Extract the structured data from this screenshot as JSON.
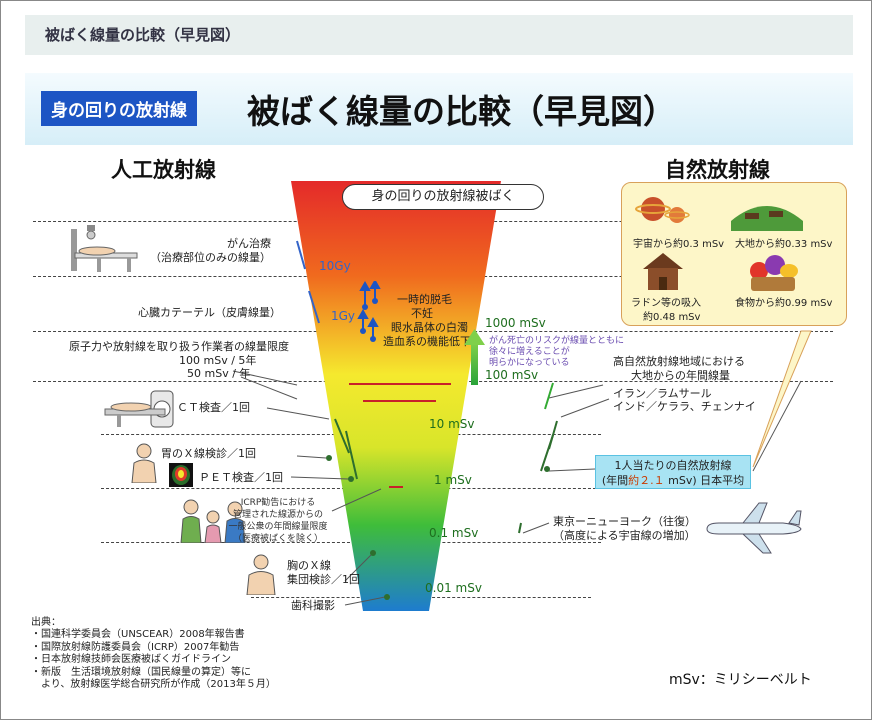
{
  "page": {
    "topbar_title": "被ばく線量の比較（早見図）",
    "badge": "身の回りの放射線",
    "title": "被ばく線量の比較（早見図）",
    "artificial_heading": "人工放射線",
    "natural_heading": "自然放射線",
    "funnel_label": "身の回りの放射線被ばく",
    "msv_note": "mSv：ミリシーベルト"
  },
  "scale": {
    "ticks": [
      "10Gy",
      "1Gy",
      "1000 mSv",
      "100 mSv",
      "10 mSv",
      "1 mSv",
      "0.1 mSv",
      "0.01 mSv"
    ]
  },
  "effects": {
    "items": [
      "一時的脱毛",
      "不妊",
      "眼水晶体の白濁",
      "造血系の機能低下"
    ],
    "cancer_note_1": "がん死亡のリスクが線量とともに",
    "cancer_note_2": "徐々に増えることが",
    "cancer_note_3": "明らかになっている"
  },
  "artificial": {
    "cancer_therapy": "がん治療",
    "cancer_therapy_sub": "（治療部位のみの線量）",
    "cardiac": "心臓カテーテル（皮膚線量）",
    "worker_limit": "原子力や放射線を取り扱う作業者の線量限度",
    "worker_5y": "100 mSv / 5年",
    "worker_1y": "50 mSv / 年",
    "ct": "ＣＴ検査／1回",
    "stomach": "胃のＸ線検診／1回",
    "pet": "ＰＥＴ検査／1回",
    "icrp_1": "ICRP勧告における",
    "icrp_2": "管理された線源からの",
    "icrp_3": "一般公衆の年間線量限度",
    "icrp_4": "（医療被ばくを除く）",
    "chest_1": "胸のＸ線",
    "chest_2": "集団検診／1回",
    "dental": "歯科撮影"
  },
  "natural": {
    "space": "宇宙から約0.3 mSv",
    "ground": "大地から約0.33 mSv",
    "radon_1": "ラドン等の吸入",
    "radon_2": "約0.48 mSv",
    "food": "食物から約0.99 mSv",
    "high_area_1": "高自然放射線地域における",
    "high_area_2": "大地からの年間線量",
    "high_area_3": "イラン／ラムサール",
    "high_area_4": "インド／ケララ、チェンナイ",
    "avg_1": "1人当たりの自然放射線",
    "avg_2_pre": "(年間",
    "avg_2_hl": "約２.１",
    "avg_2_post": " mSv) 日本平均",
    "flight_1": "東京ーニューヨーク（往復）",
    "flight_2": "（高度による宇宙線の増加）"
  },
  "sources": {
    "heading": "出典：",
    "lines": [
      "・国連科学委員会（UNSCEAR）2008年報告書",
      "・国際放射線防護委員会（ICRP）2007年勧告",
      "・日本放射線技師会医療被ばくガイドライン",
      "・新版　生活環境放射線（国民線量の算定）等に",
      "　より、放射線医学総合研究所が作成（2013年５月）"
    ]
  },
  "colors": {
    "badge": "#1d55c4",
    "funnel_top": "#e42a2a",
    "funnel_mid": "#f5e92e",
    "funnel_bottom": "#1e7ccf",
    "marker": "#2e6e2e",
    "range_line": "#3464c8"
  }
}
